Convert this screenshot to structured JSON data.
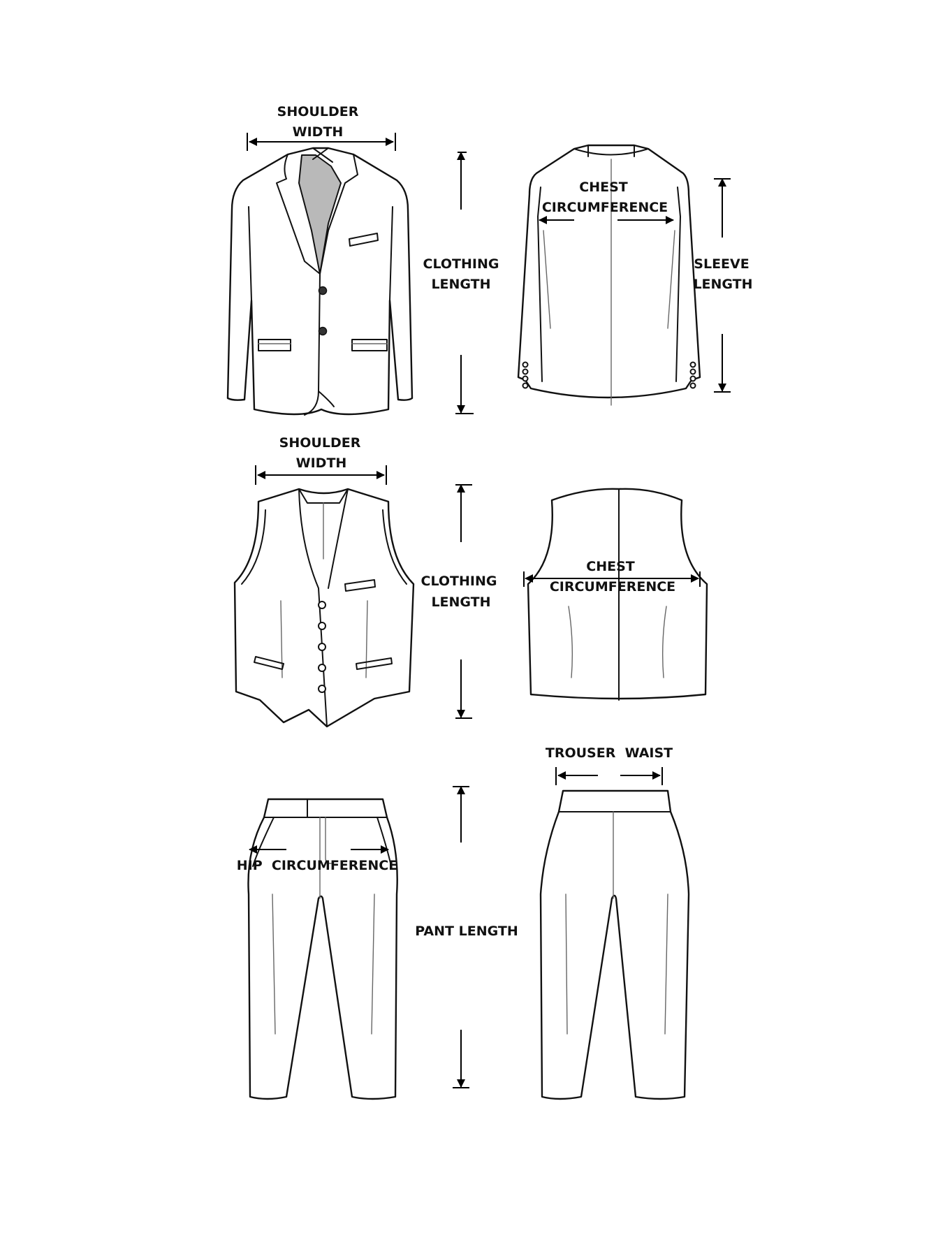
{
  "labels": {
    "jacket_shoulder_line1": "SHOULDER",
    "jacket_shoulder_line2": "WIDTH",
    "jacket_length_line1": "CLOTHING",
    "jacket_length_line2": "LENGTH",
    "jacket_chest_line1": "CHEST",
    "jacket_chest_line2": "CIRCUMFERENCE",
    "sleeve_line1": "SLEEVE",
    "sleeve_line2": "LENGTH",
    "vest_shoulder_line1": "SHOULDER",
    "vest_shoulder_line2": "WIDTH",
    "vest_length_line1": "CLOTHING",
    "vest_length_line2": "LENGTH",
    "vest_chest_line1": "CHEST",
    "vest_chest_line2": "CIRCUMFERENCE",
    "trouser_waist": "TROUSER  WAIST",
    "hip": "HIP  CIRCUMFERENCE",
    "pant_length": "PANT LENGTH"
  },
  "icons": {
    "jacket_front": "suit-jacket-front-icon",
    "jacket_back": "suit-jacket-back-icon",
    "vest_front": "vest-front-icon",
    "vest_back": "vest-back-icon",
    "trousers_front": "trousers-front-icon",
    "trousers_back": "trousers-back-icon"
  },
  "colors": {
    "outline": "#111111",
    "lining": "#b9b9b9",
    "background": "#ffffff"
  }
}
